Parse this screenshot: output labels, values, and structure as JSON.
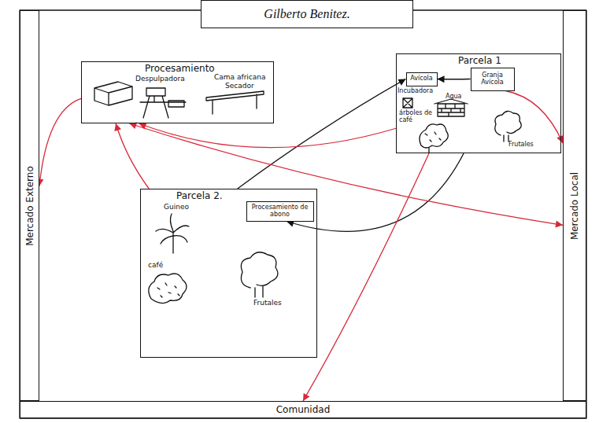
{
  "diagram": {
    "title": "Gilberto Benitez.",
    "nodes": [
      {
        "text": [
          "Procesamiento"
        ]
      },
      {
        "text": [
          "Parcela 1"
        ]
      },
      {
        "text": [
          "Avícola"
        ],
        "in": 1
      },
      {
        "text": [
          "Granja Avícola"
        ],
        "in": 1
      },
      {
        "text": [
          "Parcela 2."
        ]
      },
      {
        "text": [
          "Procesamiento de abono"
        ],
        "in": 4
      },
      {
        "text": [
          "Mercado Externo"
        ]
      },
      {
        "text": [
          "Mercado Local"
        ]
      },
      {
        "text": [
          "Comunidad"
        ]
      }
    ],
    "edges": [
      {
        "from": 4,
        "to": 2,
        "arrow": "to"
      },
      {
        "from": 3,
        "to": 2,
        "arrow": "to"
      },
      {
        "from": 1,
        "to": 5,
        "arrow": "to"
      },
      {
        "from": 0,
        "to": 6,
        "arrow": "to"
      },
      {
        "from": 4,
        "to": 0,
        "arrow": "to"
      },
      {
        "from": 1,
        "to": 0,
        "arrow": "to"
      },
      {
        "from": 0,
        "to": 7,
        "arrow": "both"
      },
      {
        "from": 3,
        "to": 7,
        "arrow": "to"
      },
      {
        "from": 1,
        "to": 8,
        "arrow": "to"
      }
    ],
    "labels": [
      "Despulpadora",
      "Cama africana",
      "Secador",
      "Incubadora",
      "Agua",
      "árboles de café",
      "Frutales",
      "Guineo",
      "café",
      "Frutales"
    ]
  }
}
